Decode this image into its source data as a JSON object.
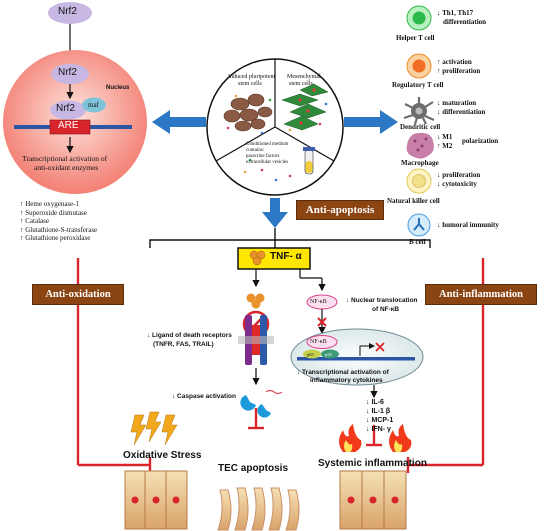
{
  "nucleus": {
    "nrf2_top": "Nrf2",
    "label": "Nucleus",
    "nrf2_mid": "Nrf2",
    "nrf2_low": "Nrf2",
    "maf": "maf",
    "are": "ARE",
    "transcription_line1": "Transcriptional activation of",
    "transcription_line2": "anti-oxidant enzymes"
  },
  "enzymes": [
    "↑ Heme oxygenase-1",
    "↑ Superoxide dismutase",
    "↑ Catalase",
    "↑ Glutathione-S-transferase",
    "↑ Glutathione peroxidase"
  ],
  "center": {
    "ipsc_line1": "Induced pluripotent",
    "ipsc_line2": "stem cells",
    "msc_line1": "Mesenchymal",
    "msc_line2": "stem cells",
    "cm_line1": "Conditioned medium",
    "cm_line2": "contains:",
    "cm_line3": "paracrine factors",
    "cm_line4": "extracellular vesicles"
  },
  "immune": [
    {
      "cell": "Helper T cell",
      "effects": [
        "↓ Th1, Th17",
        "differentiation"
      ],
      "color": "#2db84a"
    },
    {
      "cell": "Regulatory T cell",
      "effects": [
        "↑ activation",
        "↑ proliferation"
      ],
      "color": "#f08a24"
    },
    {
      "cell": "Dendritic cell",
      "effects": [
        "↓ maturation",
        "↓ differentiation"
      ],
      "color": "#6d6d6d"
    },
    {
      "cell": "Macrophage",
      "effects": [
        "↓ M1",
        "↑ M2"
      ],
      "extra": "polarization",
      "color": "#c77fa7"
    },
    {
      "cell": "Natural killer cell",
      "effects": [
        "↓ proliferation",
        "↓ cytotoxicity"
      ],
      "color": "#f3e08a"
    },
    {
      "cell": "B cell",
      "effects": [
        "↓ humoral immunity"
      ],
      "color": "#4a9de0"
    }
  ],
  "anti_apoptosis": "Anti-apoptosis",
  "tnf": "TNF- α",
  "anti_oxidation": "Anti-oxidation",
  "anti_inflammation": "Anti-inflammation",
  "apoptosis": {
    "ligand_line1": "↓ Ligand of death receptors",
    "ligand_line2": "(TNFR, FAS, TRAIL)",
    "caspase": "↓ Caspase activation"
  },
  "nfkb": {
    "nfkb_top": "NF-κB",
    "translocation_line1": "↓ Nuclear translocation",
    "translocation_line2": "of NF-κB",
    "nfkb_inner": "NF-κB",
    "p65": "p65",
    "p50": "p50",
    "transcription_line1": "↓ Transcriptional activation of",
    "transcription_line2": "inflammatory cytokines",
    "cytokines": [
      "↓ IL-6",
      "↓ IL-1 β",
      "↓ MCP-1",
      "↓ IFN- γ"
    ]
  },
  "outcomes": {
    "oxidative": "Oxidative Stress",
    "tec": "TEC apoptosis",
    "systemic": "Systemic inflammation"
  },
  "colors": {
    "red": "#d8252b",
    "blue_arrow": "#2c78c4",
    "box_brown": "#8b4513",
    "tnf_yellow": "#ffe700",
    "nucleus": "#f7a59b",
    "nrf2": "#c6b8e2"
  }
}
